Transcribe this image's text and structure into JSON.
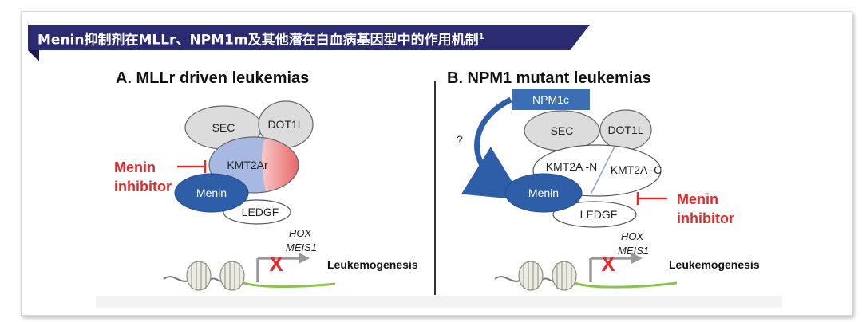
{
  "banner": {
    "title": "Menin抑制剂在MLLr、NPM1m及其他潜在白血病基因型中的作用机制",
    "footnote": "1"
  },
  "panel_a": {
    "title": "A. MLLr driven leukemias",
    "sec": "SEC",
    "dot1l": "DOT1L",
    "kmt2": "KMT2Ar",
    "menin": "Menin",
    "ledgf": "LEDGF",
    "inhibitor_line1": "Menin",
    "inhibitor_line2": "inhibitor",
    "gene1": "HOX",
    "gene2": "MEIS1",
    "outcome": "Leukemogenesis",
    "block_mark": "X"
  },
  "panel_b": {
    "title": "B. NPM1 mutant leukemias",
    "npm1c": "NPM1c",
    "question": "?",
    "sec": "SEC",
    "dot1l": "DOT1L",
    "kmt2_n": "KMT2A -N",
    "kmt2_c": "KMT2A -C",
    "menin": "Menin",
    "ledgf": "LEDGF",
    "inhibitor_line1": "Menin",
    "inhibitor_line2": "inhibitor",
    "gene1": "HOX",
    "gene2": "MEIS1",
    "outcome": "Leukemogenesis",
    "block_mark": "X"
  },
  "colors": {
    "banner": "#2b2b72",
    "menin": "#2f5ea8",
    "kmt2": "#a7b9e0",
    "complex": "#dcdcdc",
    "inhibitor": "#e02a2a",
    "npm1c": "#3a6fb5",
    "dna": "#8bc34a"
  }
}
